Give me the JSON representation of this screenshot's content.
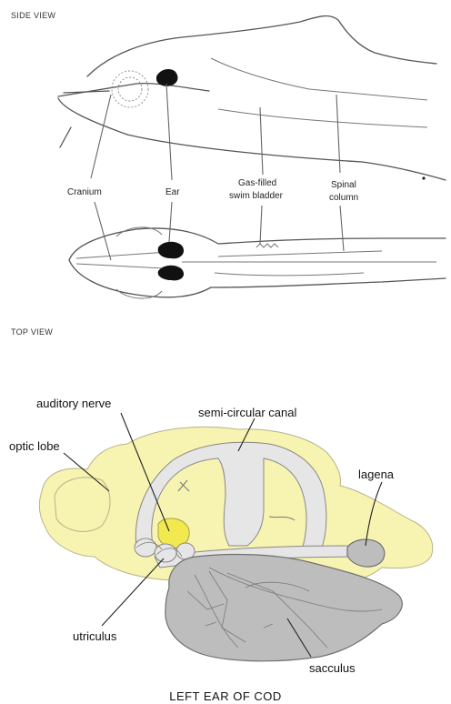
{
  "side_view": {
    "title": "SIDE VIEW",
    "labels": {
      "cranium": "Cranium",
      "ear": "Ear",
      "swim_bladder_line1": "Gas-filled",
      "swim_bladder_line2": "swim bladder",
      "spinal_line1": "Spinal",
      "spinal_line2": "column"
    }
  },
  "top_view": {
    "title": "TOP VIEW"
  },
  "ear_diagram": {
    "labels": {
      "auditory_nerve": "auditory nerve",
      "semi_circular_canal": "semi-circular canal",
      "optic_lobe": "optic lobe",
      "lagena": "lagena",
      "utriculus": "utriculus",
      "sacculus": "sacculus"
    },
    "caption": "LEFT EAR OF COD"
  },
  "colors": {
    "brain": "#f7f3b0",
    "ear_structures": "#bdbdbd",
    "outline": "#555555"
  }
}
